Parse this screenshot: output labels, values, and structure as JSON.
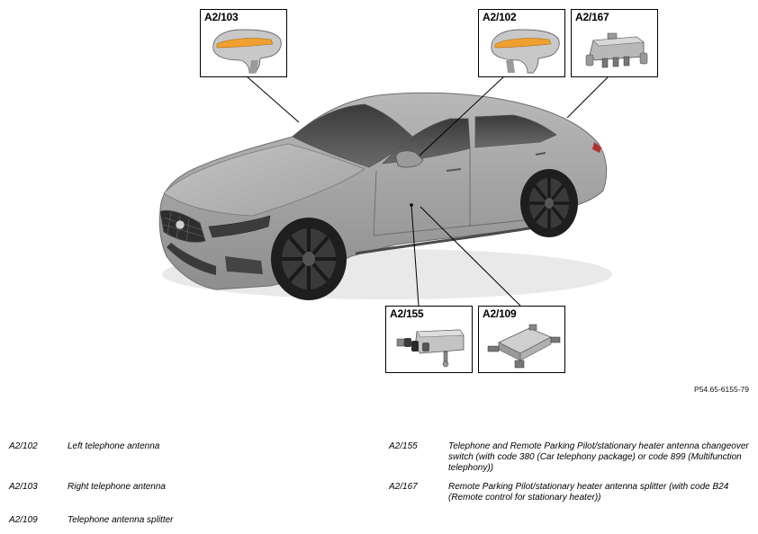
{
  "figure_id": "P54.65-6155-79",
  "callouts": {
    "a2_103": "A2/103",
    "a2_102": "A2/102",
    "a2_167": "A2/167",
    "a2_155": "A2/155",
    "a2_109": "A2/109"
  },
  "legend": [
    {
      "code": "A2/102",
      "text": "Left telephone antenna"
    },
    {
      "code": "A2/103",
      "text": "Right telephone antenna"
    },
    {
      "code": "A2/109",
      "text": "Telephone antenna splitter"
    },
    {
      "code": "A2/155",
      "text": "Telephone and Remote Parking Pilot/stationary heater antenna changeover switch (with code 380 (Car telephony package) or code 899 (Multifunction telephony))"
    },
    {
      "code": "A2/167",
      "text": "Remote Parking Pilot/stationary heater antenna splitter (with code B24 (Remote control for stationary heater))"
    }
  ],
  "colors": {
    "car_body": "#a8a8a8",
    "accent_orange": "#f0a030"
  }
}
